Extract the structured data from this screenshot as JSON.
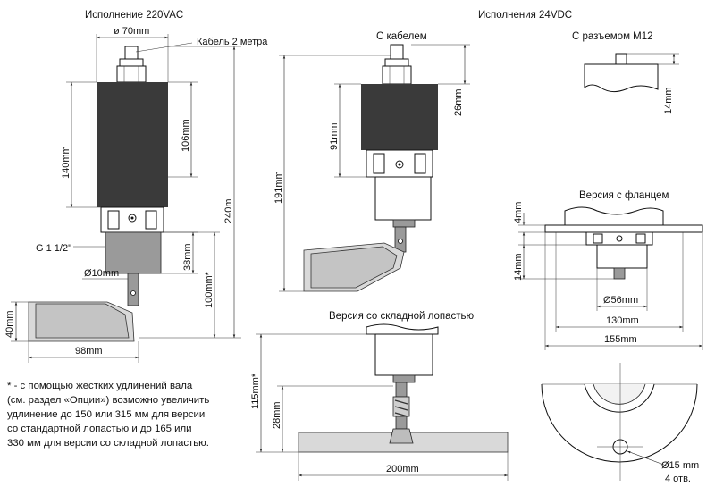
{
  "headings": {
    "v220": "Исполнение 220VAC",
    "v24": "Исполнения 24VDC",
    "cable": "С кабелем",
    "m12": "С разъемом M12",
    "flange": "Версия с фланцем",
    "folding": "Версия со складной лопастью"
  },
  "labels": {
    "d70": "ø 70mm",
    "cable2m": "Кабель 2 метра",
    "thread": "G 1 1/2\"",
    "d10": "Ø10mm",
    "d56": "Ø56mm",
    "d15": "Ø15 mm",
    "holes4": "4 отв."
  },
  "dimensions": {
    "h140": "140mm",
    "h106": "106mm",
    "h240": "240m",
    "h38": "38mm",
    "h100": "100mm*",
    "h40": "40mm",
    "w98": "98mm",
    "h191": "191mm",
    "h91": "91mm",
    "h26": "26mm",
    "h14a": "14mm",
    "h4": "4mm",
    "h14b": "14mm",
    "w130": "130mm",
    "w155": "155mm",
    "h115": "115mm*",
    "h28": "28mm",
    "w200": "200mm"
  },
  "footnote": [
    "* - с помощью жестких удлинений вала",
    "(см. раздел «Опции») возможно увеличить",
    "удлинение до 150 или 315 мм для версии",
    "со стандартной лопастью и до 165 или",
    "330 мм для версии со складной лопастью."
  ]
}
